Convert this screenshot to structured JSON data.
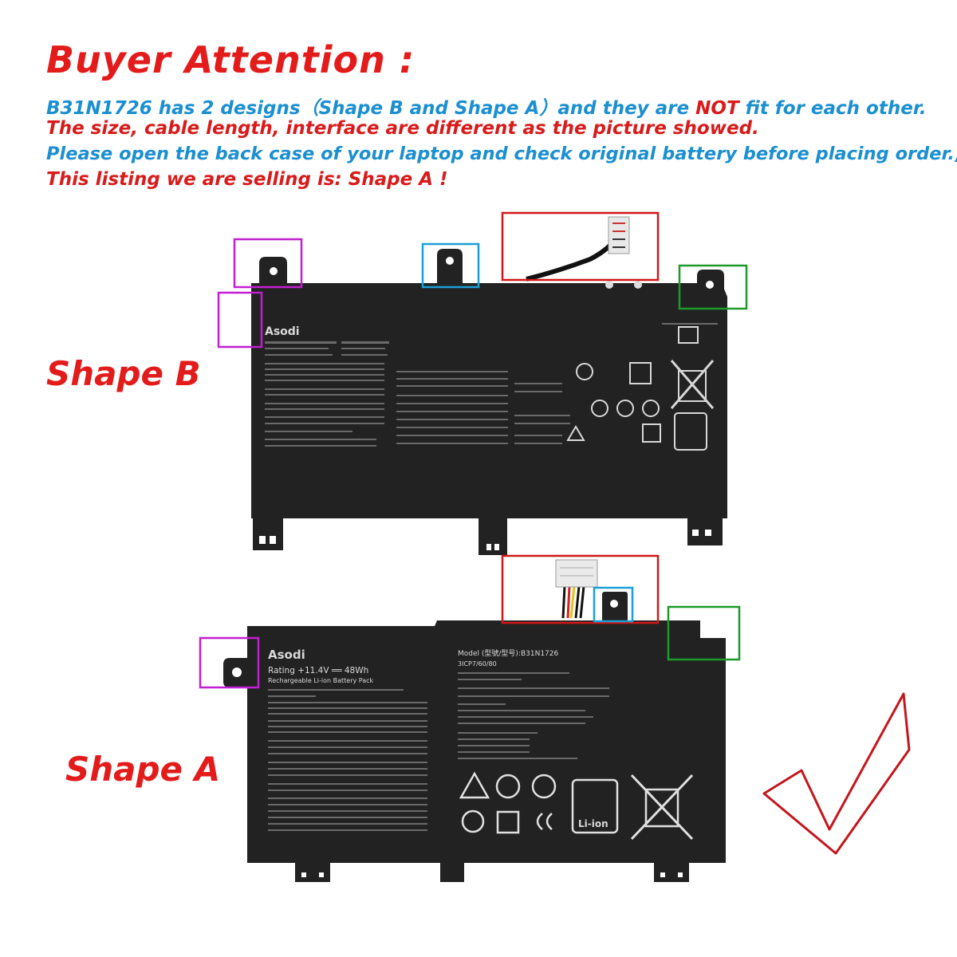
{
  "header": {
    "title": "Buyer Attention :",
    "line1_a": "B31N1726 has 2 designs（Shape B and Shape A）and they are ",
    "line1_b": "NOT",
    "line1_c": " fit for each other.",
    "line2": "The size, cable length, interface are different as the picture showed.",
    "line3": "Please open the back case of your laptop and check original battery before placing order.)",
    "line4": "This listing we are selling is: Shape A !"
  },
  "shapes": {
    "b_label": "Shape B",
    "a_label": "Shape A"
  },
  "battery_b": {
    "brand": "Asodi"
  },
  "battery_a": {
    "brand": "Asodi",
    "rating": "Rating +11.4V ══ 48Wh",
    "type": "Rechargeable Li-ion Battery Pack",
    "model": "Model (型號/型号):B31N1726",
    "cell": "3ICP7/60/80",
    "recycle": "Li-ion",
    "plus": "+",
    "minus": "−"
  },
  "colors": {
    "highlight_red": "#d81b1b",
    "highlight_blue": "#1b8fd0",
    "box_magenta": "#c21fd1",
    "box_cyan": "#1b9fd6",
    "box_green": "#1f9a2a",
    "box_red": "#d01818",
    "battery_body": "#222222"
  }
}
